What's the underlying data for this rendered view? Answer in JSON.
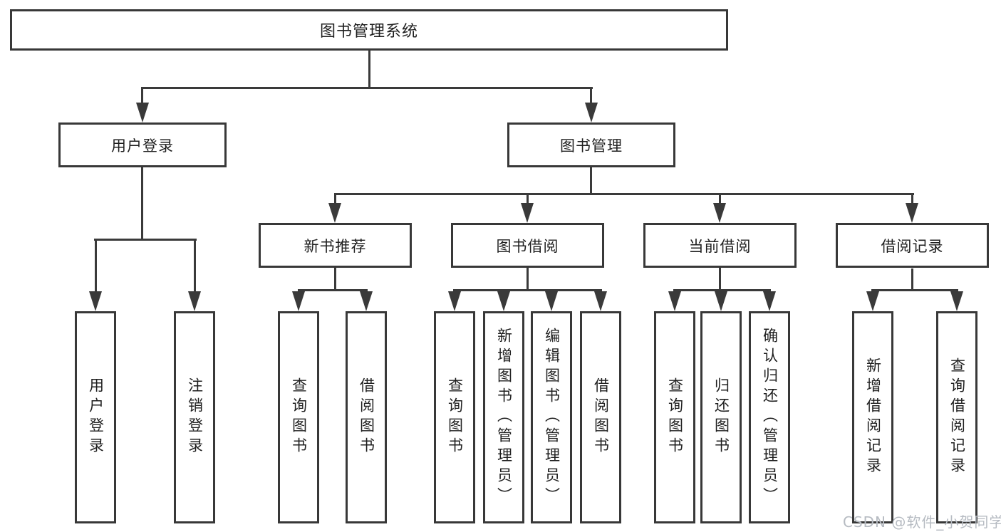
{
  "watermark": "CSDN @软件_小贺同学",
  "colors": {
    "line": "#3a3a3a",
    "box_border": "#383838",
    "text": "#1f1f1f",
    "watermark": "#b6bbc2",
    "background": "#ffffff"
  },
  "tree": {
    "label": "图书管理系统",
    "children": [
      {
        "label": "用户登录",
        "children": [
          {
            "label": "用户登录"
          },
          {
            "label": "注销登录"
          }
        ]
      },
      {
        "label": "图书管理",
        "children": [
          {
            "label": "新书推荐",
            "children": [
              {
                "label": "查询图书"
              },
              {
                "label": "借阅图书"
              }
            ]
          },
          {
            "label": "图书借阅",
            "children": [
              {
                "label": "查询图书"
              },
              {
                "label": "新增图书（管理员）"
              },
              {
                "label": "编辑图书（管理员）"
              },
              {
                "label": "借阅图书"
              }
            ]
          },
          {
            "label": "当前借阅",
            "children": [
              {
                "label": "查询图书"
              },
              {
                "label": "归还图书"
              },
              {
                "label": "确认归还（管理员）"
              }
            ]
          },
          {
            "label": "借阅记录",
            "children": [
              {
                "label": "新增借阅记录"
              },
              {
                "label": "查询借阅记录"
              }
            ]
          }
        ]
      }
    ]
  }
}
